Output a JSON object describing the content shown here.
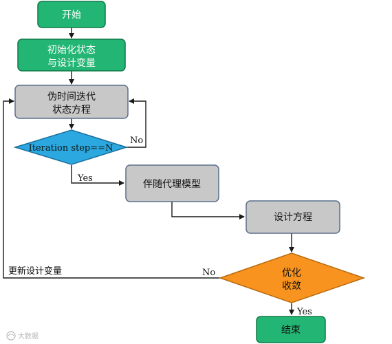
{
  "colors": {
    "green_fill": "#22b573",
    "green_stroke": "#0f7a47",
    "gray_fill": "#c8c8c8",
    "gray_stroke": "#5a6f8a",
    "blue_fill": "#2aa8df",
    "blue_stroke": "#1b6f9b",
    "orange_fill": "#f7931e",
    "orange_stroke": "#b86a0e",
    "arrow": "#1a1a1a",
    "watermark": "#b5b5b5"
  },
  "nodes": {
    "start": {
      "text": "开始"
    },
    "init": {
      "line1": "初始化状态",
      "line2": "与设计变量"
    },
    "pseudo_time": {
      "line1": "伪时间迭代",
      "line2": "状态方程"
    },
    "iteration_check": {
      "text": "Iteration step==N"
    },
    "adjoint": {
      "text": "伴随代理模型"
    },
    "design_eq": {
      "text": "设计方程"
    },
    "converge": {
      "line1": "优化",
      "line2": "收敛"
    },
    "end": {
      "text": "结束"
    }
  },
  "labels": {
    "no_iteration": "No",
    "yes_iteration": "Yes",
    "no_converge": "No",
    "yes_converge": "Yes",
    "update_design": "更新设计变量"
  },
  "watermark": {
    "text": "大数据"
  }
}
